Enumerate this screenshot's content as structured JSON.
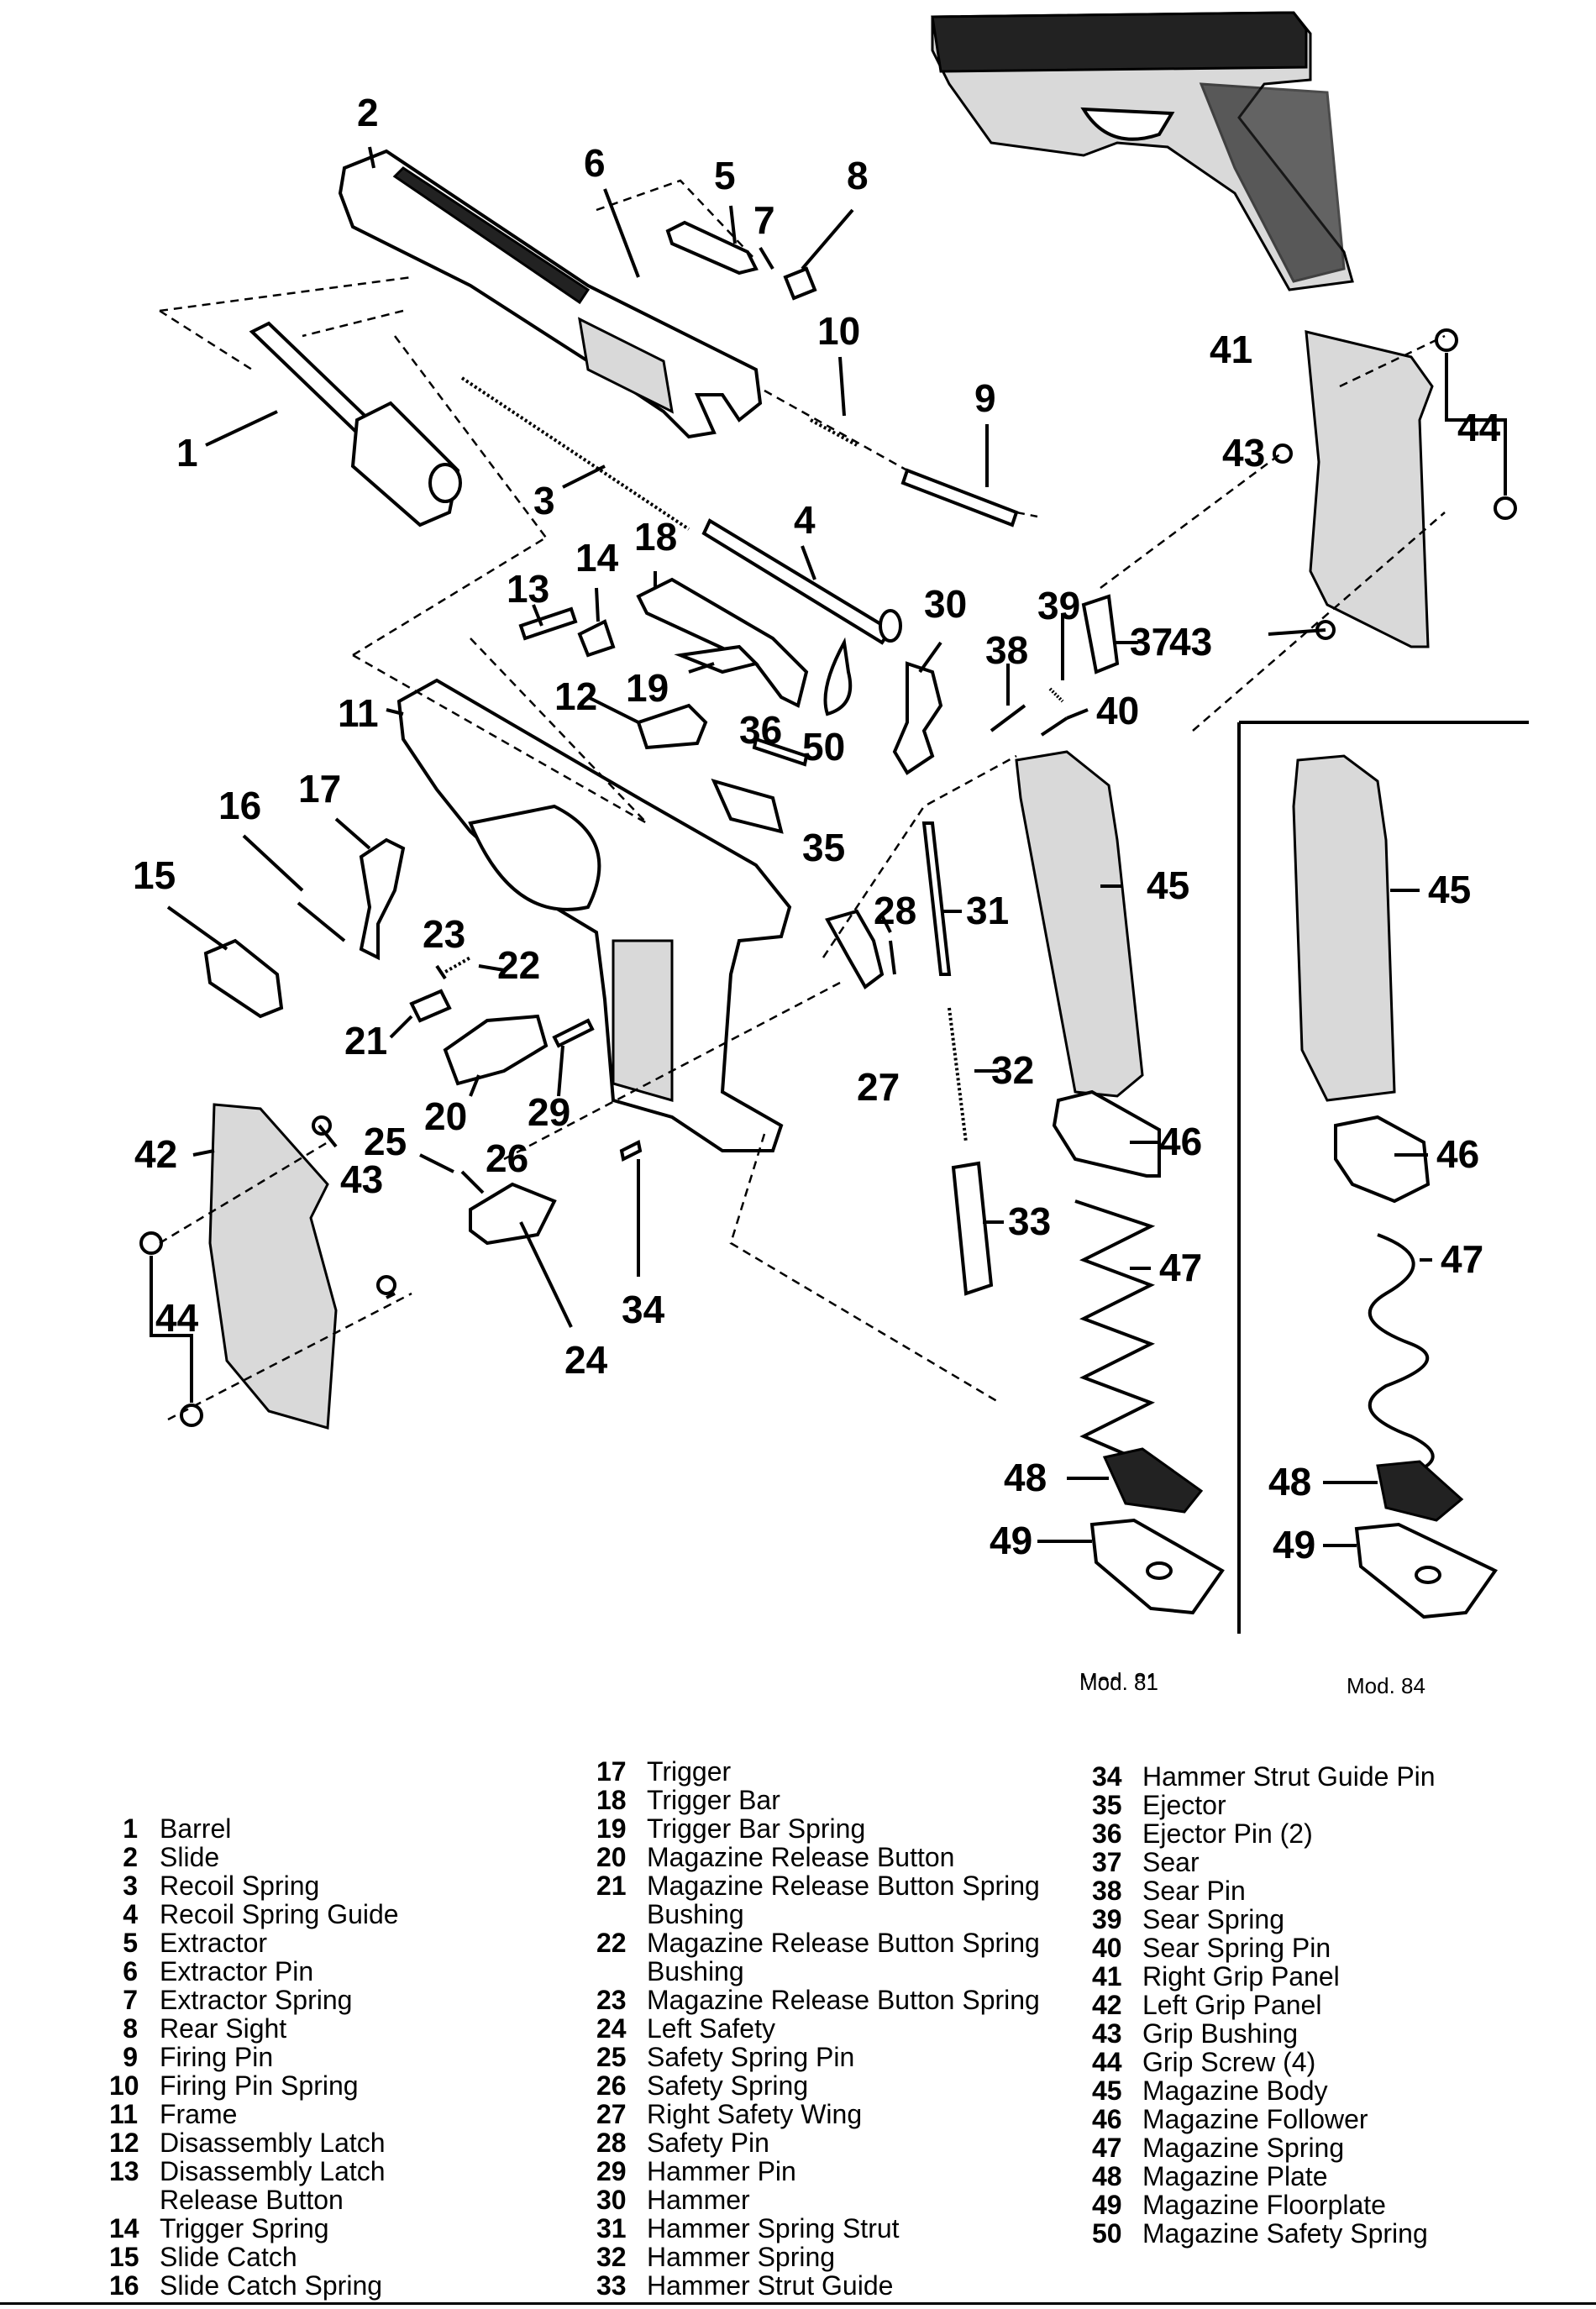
{
  "callouts": [
    "1",
    "2",
    "3",
    "4",
    "5",
    "6",
    "7",
    "8",
    "9",
    "10",
    "11",
    "12",
    "13",
    "14",
    "15",
    "16",
    "17",
    "18",
    "19",
    "20",
    "21",
    "22",
    "23",
    "24",
    "25",
    "26",
    "27",
    "28",
    "29",
    "30",
    "31",
    "32",
    "33",
    "34",
    "35",
    "36",
    "37",
    "38",
    "39",
    "40",
    "41",
    "42",
    "43",
    "43",
    "43",
    "44",
    "44",
    "45",
    "45",
    "46",
    "46",
    "47",
    "47",
    "48",
    "48",
    "49",
    "49",
    "50"
  ],
  "model_labels": {
    "left": "Mod. 81",
    "right": "Mod. 84"
  },
  "legend": {
    "col1": [
      {
        "num": "1",
        "name": "Barrel"
      },
      {
        "num": "2",
        "name": "Slide"
      },
      {
        "num": "3",
        "name": "Recoil Spring"
      },
      {
        "num": "4",
        "name": "Recoil Spring Guide"
      },
      {
        "num": "5",
        "name": "Extractor"
      },
      {
        "num": "6",
        "name": "Extractor Pin"
      },
      {
        "num": "7",
        "name": "Extractor Spring"
      },
      {
        "num": "8",
        "name": "Rear Sight"
      },
      {
        "num": "9",
        "name": "Firing Pin"
      },
      {
        "num": "10",
        "name": "Firing Pin Spring"
      },
      {
        "num": "11",
        "name": "Frame"
      },
      {
        "num": "12",
        "name": "Disassembly Latch"
      },
      {
        "num": "13",
        "name": "Disassembly Latch"
      },
      {
        "num": "",
        "name": "Release Button"
      },
      {
        "num": "14",
        "name": "Trigger Spring"
      },
      {
        "num": "15",
        "name": "Slide Catch"
      },
      {
        "num": "16",
        "name": "Slide Catch Spring"
      }
    ],
    "col2": [
      {
        "num": "17",
        "name": "Trigger"
      },
      {
        "num": "18",
        "name": "Trigger Bar"
      },
      {
        "num": "19",
        "name": "Trigger Bar Spring"
      },
      {
        "num": "20",
        "name": "Magazine Release Button"
      },
      {
        "num": "21",
        "name": "Magazine Release Button Spring"
      },
      {
        "num": "",
        "name": "Bushing"
      },
      {
        "num": "22",
        "name": "Magazine Release Button Spring"
      },
      {
        "num": "",
        "name": "Bushing"
      },
      {
        "num": "23",
        "name": "Magazine Release Button Spring"
      },
      {
        "num": "24",
        "name": "Left Safety"
      },
      {
        "num": "25",
        "name": "Safety Spring Pin"
      },
      {
        "num": "26",
        "name": "Safety Spring"
      },
      {
        "num": "27",
        "name": "Right Safety Wing"
      },
      {
        "num": "28",
        "name": "Safety Pin"
      },
      {
        "num": "29",
        "name": "Hammer Pin"
      },
      {
        "num": "30",
        "name": "Hammer"
      },
      {
        "num": "31",
        "name": "Hammer Spring Strut"
      },
      {
        "num": "32",
        "name": "Hammer Spring"
      },
      {
        "num": "33",
        "name": "Hammer Strut Guide"
      }
    ],
    "col3": [
      {
        "num": "34",
        "name": "Hammer Strut Guide Pin"
      },
      {
        "num": "35",
        "name": "Ejector"
      },
      {
        "num": "36",
        "name": "Ejector Pin (2)"
      },
      {
        "num": "37",
        "name": "Sear"
      },
      {
        "num": "38",
        "name": "Sear Pin"
      },
      {
        "num": "39",
        "name": "Sear Spring"
      },
      {
        "num": "40",
        "name": "Sear Spring Pin"
      },
      {
        "num": "41",
        "name": "Right Grip Panel"
      },
      {
        "num": "42",
        "name": "Left Grip Panel"
      },
      {
        "num": "43",
        "name": "Grip Bushing"
      },
      {
        "num": "44",
        "name": "Grip Screw (4)"
      },
      {
        "num": "45",
        "name": "Magazine Body"
      },
      {
        "num": "46",
        "name": "Magazine Follower"
      },
      {
        "num": "47",
        "name": "Magazine Spring"
      },
      {
        "num": "48",
        "name": "Magazine Plate"
      },
      {
        "num": "49",
        "name": "Magazine Floorplate"
      },
      {
        "num": "50",
        "name": "Magazine Safety Spring"
      }
    ]
  }
}
